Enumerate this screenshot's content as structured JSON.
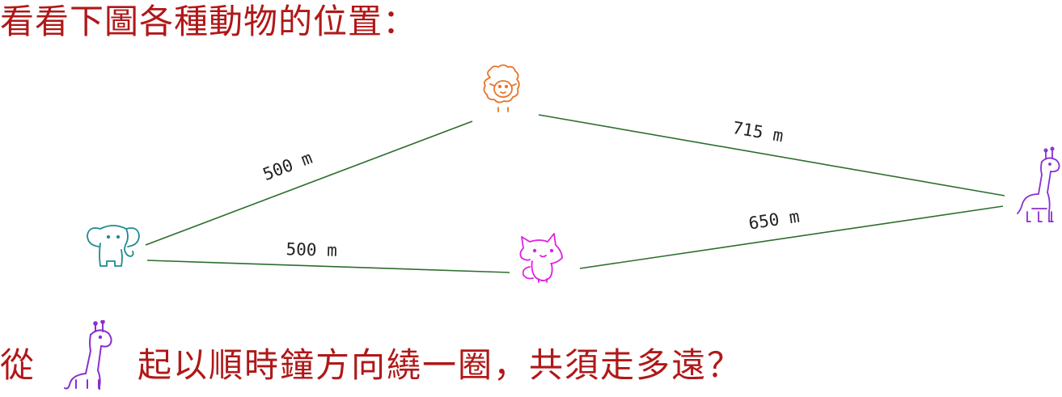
{
  "title": "看看下圖各種動物的位置：",
  "question": {
    "prefix": "從",
    "suffix": "起以順時鐘方向繞一圈，共須走多遠？",
    "start_icon": "giraffe-icon"
  },
  "animals": [
    {
      "id": "sheep",
      "icon": "sheep-icon",
      "color": "#e8742b"
    },
    {
      "id": "giraffe",
      "icon": "giraffe-icon",
      "color": "#8a2fd0"
    },
    {
      "id": "fox",
      "icon": "fox-icon",
      "color": "#e020e0"
    },
    {
      "id": "elephant",
      "icon": "elephant-icon",
      "color": "#1f8a8e"
    }
  ],
  "routes": [
    {
      "from": "elephant",
      "to": "sheep",
      "label": "500 m"
    },
    {
      "from": "sheep",
      "to": "giraffe",
      "label": "715 m"
    },
    {
      "from": "giraffe",
      "to": "fox",
      "label": "650 m"
    },
    {
      "from": "fox",
      "to": "elephant",
      "label": "500 m"
    }
  ],
  "colors": {
    "line": "#2d6e2d",
    "heading": "#b01818"
  }
}
